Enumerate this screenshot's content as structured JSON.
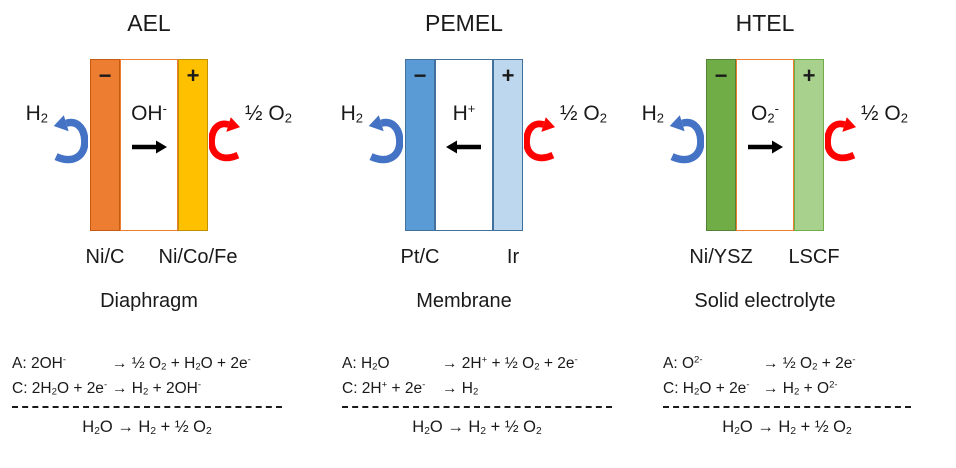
{
  "page": {
    "background": "#ffffff"
  },
  "colors": {
    "h2_arrow": "#4472C4",
    "o2_arrow": "#FF0000",
    "ion_arrow": "#000000"
  },
  "columns": [
    {
      "title": "AEL",
      "cell": {
        "negative_sign": "−",
        "positive_sign": "+",
        "ion_html": "OH<sup>-</sup>",
        "ion_arrow_direction": "right",
        "cathode_color": "#ED7D31",
        "cathode_border": "#C55A11",
        "anode_color": "#FFC000",
        "anode_border": "#BF9000",
        "membrane_border": "#ED7D31"
      },
      "h2_html": "H<sub>2</sub>",
      "o2_html": "½ O<sub>2</sub>",
      "cathode_material": "Ni/C",
      "anode_material": "Ni/Co/Fe",
      "separator": "Diaphragm",
      "reactions": {
        "anode_left_html": "A: 2OH<sup>-</sup>",
        "anode_right_html": "→ ½ O<sub>2</sub> + H<sub>2</sub>O + 2e<sup>-</sup>",
        "cathode_left_html": "C: 2H<sub>2</sub>O + 2e<sup>-</sup>",
        "cathode_right_html": "→ H<sub>2</sub> + 2OH<sup>-</sup>",
        "net_html": "H<sub>2</sub>O → H<sub>2</sub> + ½ O<sub>2</sub>"
      }
    },
    {
      "title": "PEMEL",
      "cell": {
        "negative_sign": "−",
        "positive_sign": "+",
        "ion_html": "H<sup>+</sup>",
        "ion_arrow_direction": "left",
        "cathode_color": "#5B9BD5",
        "cathode_border": "#41719C",
        "anode_color": "#BDD7EE",
        "anode_border": "#41719C",
        "membrane_border": "#41719C"
      },
      "h2_html": "H<sub>2</sub>",
      "o2_html": "½ O<sub>2</sub>",
      "cathode_material": "Pt/C",
      "anode_material": "Ir",
      "separator": "Membrane",
      "reactions": {
        "anode_left_html": "A: H<sub>2</sub>O",
        "anode_right_html": "→ 2H<sup>+</sup> + ½ O<sub>2</sub> + 2e<sup>-</sup>",
        "cathode_left_html": "C: 2H<sup>+</sup> + 2e<sup>-</sup>",
        "cathode_right_html": "→ H<sub>2</sub>",
        "net_html": "H<sub>2</sub>O → H<sub>2</sub> + ½ O<sub>2</sub>"
      }
    },
    {
      "title": "HTEL",
      "cell": {
        "negative_sign": "−",
        "positive_sign": "+",
        "ion_html": "O<sub>2</sub><sup>-</sup>",
        "ion_arrow_direction": "right",
        "cathode_color": "#70AD47",
        "cathode_border": "#538135",
        "anode_color": "#A9D18E",
        "anode_border": "#70AD47",
        "membrane_border": "#ED7D31"
      },
      "h2_html": "H<sub>2</sub>",
      "o2_html": "½ O<sub>2</sub>",
      "cathode_material": "Ni/YSZ",
      "anode_material": "LSCF",
      "separator": "Solid electrolyte",
      "reactions": {
        "anode_left_html": "A: O<sup>2-</sup>",
        "anode_right_html": "→ ½ O<sub>2</sub> + 2e<sup>-</sup>",
        "cathode_left_html": "C: H<sub>2</sub>O + 2e<sup>-</sup>",
        "cathode_right_html": "→ H<sub>2</sub> + O<sup>2-</sup>",
        "net_html": "H<sub>2</sub>O → H<sub>2</sub> + ½ O<sub>2</sub>"
      }
    }
  ]
}
